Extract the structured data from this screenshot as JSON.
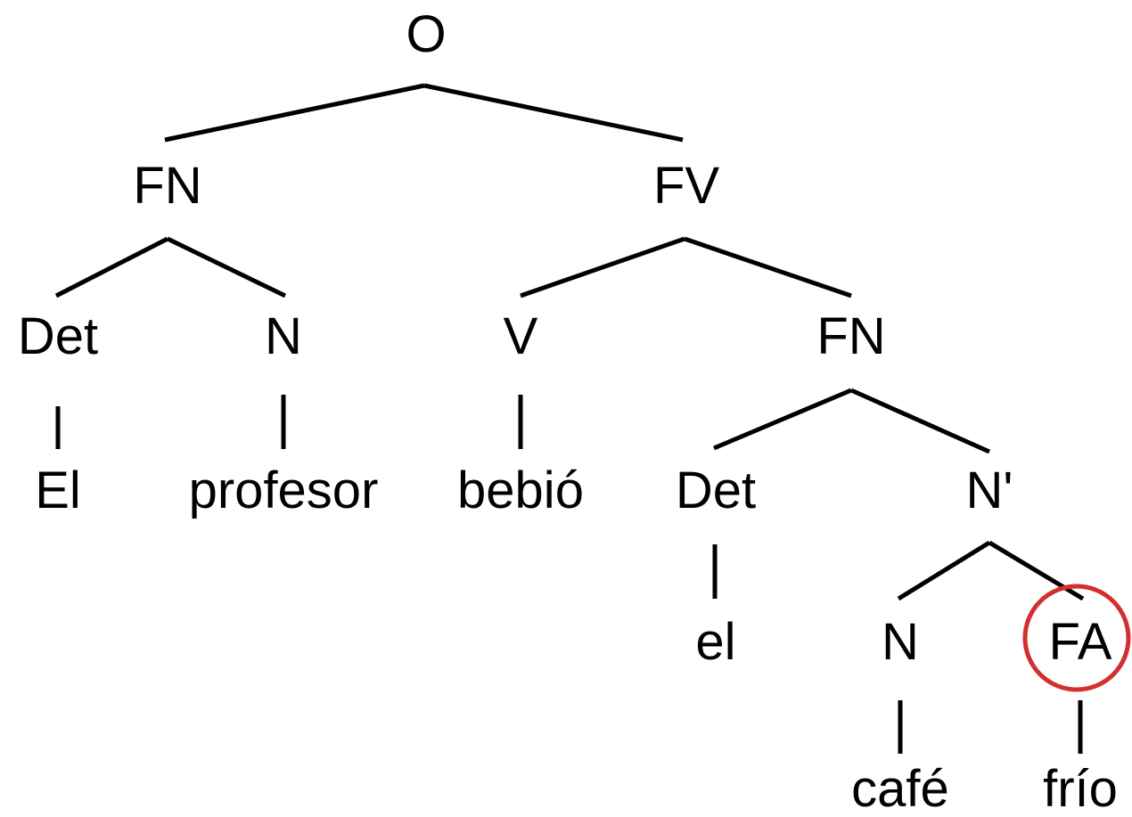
{
  "tree": {
    "root": "O",
    "subject_phrase": {
      "label": "FN",
      "det": {
        "label": "Det",
        "word": "El"
      },
      "noun": {
        "label": "N",
        "word": "profesor"
      }
    },
    "verb_phrase": {
      "label": "FV",
      "verb": {
        "label": "V",
        "word": "bebió"
      },
      "object_phrase": {
        "label": "FN",
        "det": {
          "label": "Det",
          "word": "el"
        },
        "n_bar": {
          "label": "N'",
          "noun": {
            "label": "N",
            "word": "café"
          },
          "adjective_phrase": {
            "label": "FA",
            "word": "frío"
          }
        }
      }
    },
    "highlight_color": "#d32f2f",
    "highlighted_node": "FA"
  }
}
